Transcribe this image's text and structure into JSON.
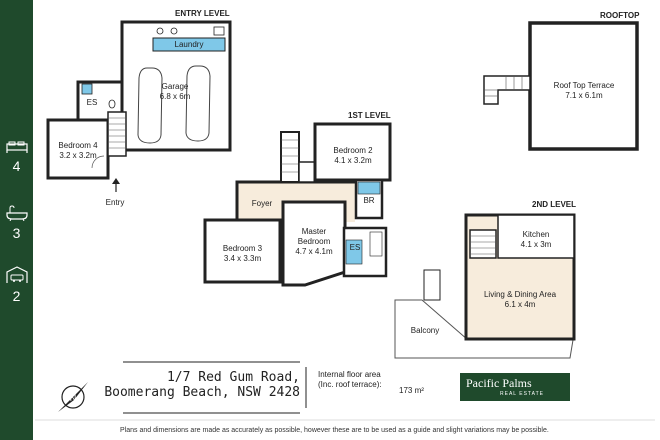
{
  "levels": {
    "entry": "ENTRY LEVEL",
    "first": "1ST LEVEL",
    "second": "2ND LEVEL",
    "rooftop": "ROOFTOP"
  },
  "rooms": {
    "laundry": {
      "name": "Laundry"
    },
    "garage": {
      "name": "Garage",
      "size": "6.8 x 6m"
    },
    "es_entry": {
      "name": "ES"
    },
    "bedroom4": {
      "name": "Bedroom 4",
      "size": "3.2 x 3.2m"
    },
    "entry": {
      "name": "Entry"
    },
    "bedroom2": {
      "name": "Bedroom 2",
      "size": "4.1 x 3.2m"
    },
    "foyer": {
      "name": "Foyer"
    },
    "br": {
      "name": "BR"
    },
    "bedroom3": {
      "name": "Bedroom 3",
      "size": "3.4 x 3.3m"
    },
    "master": {
      "name": "Master",
      "name2": "Bedroom",
      "size": "4.7 x 4.1m"
    },
    "es_master": {
      "name": "ES"
    },
    "roof": {
      "name": "Roof Top Terrace",
      "size": "7.1 x 6.1m"
    },
    "kitchen": {
      "name": "Kitchen",
      "size": "4.1 x 3m"
    },
    "living": {
      "name": "Living & Dining Area",
      "size": "6.1 x 4m"
    },
    "balcony": {
      "name": "Balcony"
    }
  },
  "features": [
    {
      "icon": "bed-icon",
      "value": "4"
    },
    {
      "icon": "bath-icon",
      "value": "3"
    },
    {
      "icon": "car-icon",
      "value": "2"
    }
  ],
  "address": {
    "line1": "1/7 Red Gum Road,",
    "line2": "Boomerang Beach, NSW 2428"
  },
  "floor_area": {
    "label1": "Internal floor area",
    "label2": "(Inc. roof terrace):",
    "value": "173 m²"
  },
  "logo": {
    "name": "Pacific Palms",
    "sub": "REAL ESTATE"
  },
  "compass": "N",
  "disclaimer": "Plans and dimensions are made as accurately as possible, however these are to be used as a guide and slight variations may be possible.",
  "colors": {
    "brand": "#1f4a2c",
    "water": "#7fc8e8",
    "warm": "#f7ecdc",
    "wall": "#222222"
  }
}
